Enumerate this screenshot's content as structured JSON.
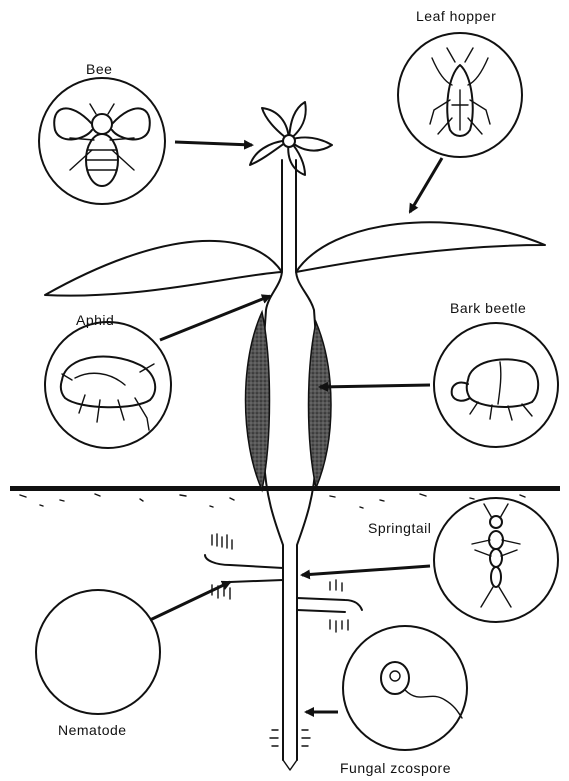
{
  "labels": {
    "bee": "Bee",
    "leaf_hopper": "Leaf hopper",
    "aphid": "Aphid",
    "bark_beetle": "Bark beetle",
    "springtail": "Springtail",
    "nematode": "Nematode",
    "fungal_zoospore": "Fungal zcospore"
  },
  "colors": {
    "ink": "#111111",
    "background": "#ffffff"
  }
}
